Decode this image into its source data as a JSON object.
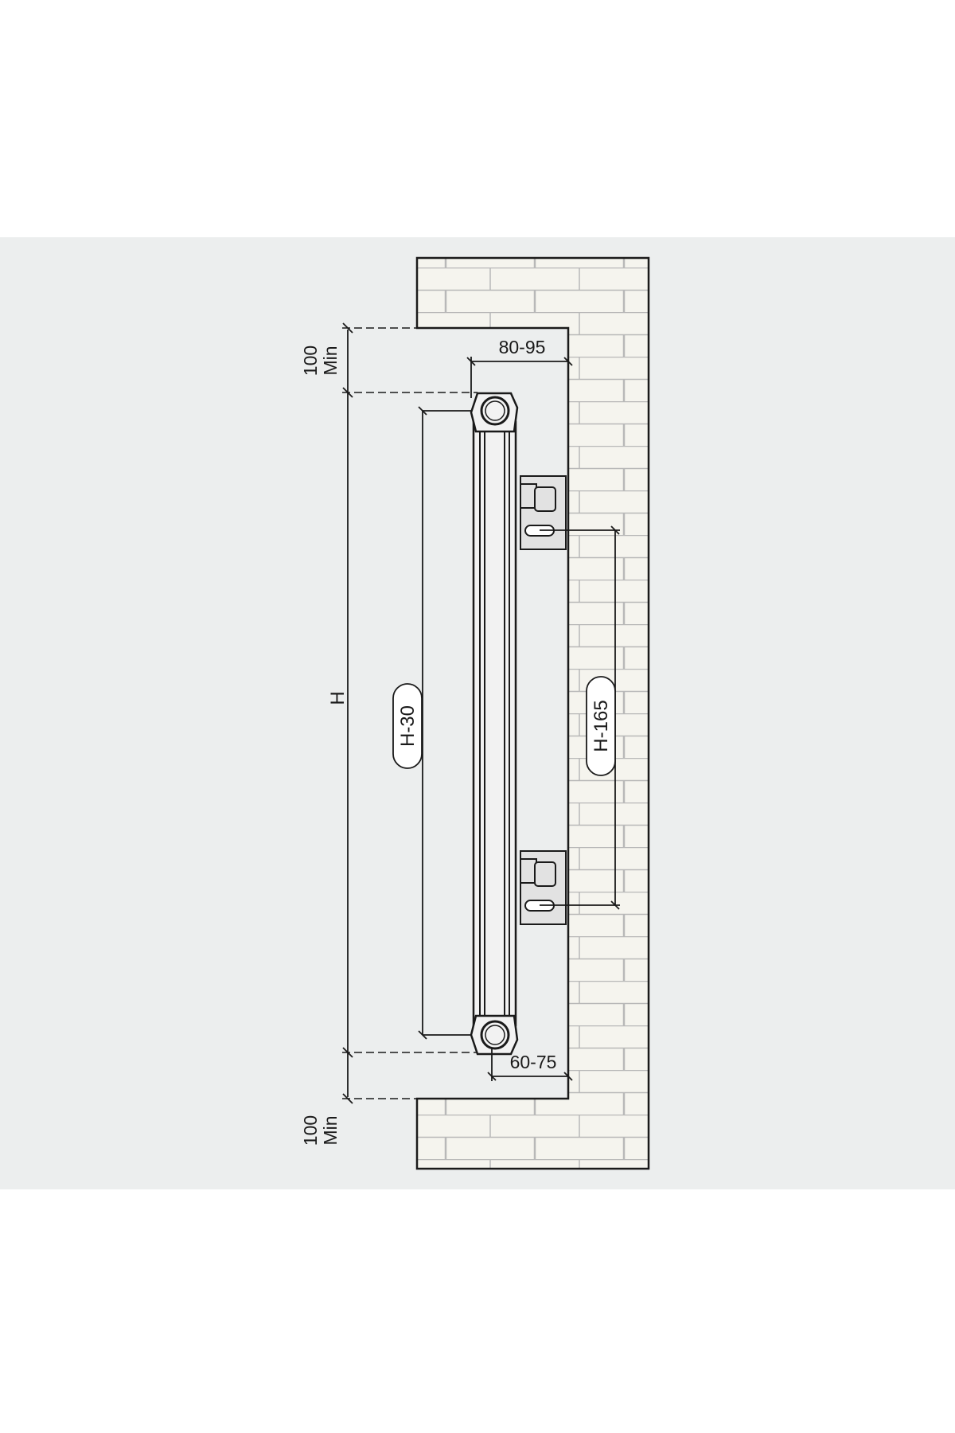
{
  "diagram": {
    "labels": {
      "top_min_value": "100",
      "top_min_unit": "Min",
      "bottom_min_value": "100",
      "bottom_min_unit": "Min",
      "top_depth": "80-95",
      "bottom_depth": "60-75",
      "height": "H",
      "pipe_spacing": "H-30",
      "bracket_spacing": "H-165"
    },
    "colors": {
      "page": "#ffffff",
      "background": "#eceeee",
      "wall_fill": "#f5f4ee",
      "mortar": "#b8b8b8",
      "line": "#1a1a1a",
      "radiator_fill": "#f2f2f2",
      "bracket_fill": "#e2e2e2"
    },
    "icons": [
      "brick-wall-icon",
      "radiator-icon",
      "wall-bracket-icon",
      "pipe-connection-icon"
    ]
  }
}
